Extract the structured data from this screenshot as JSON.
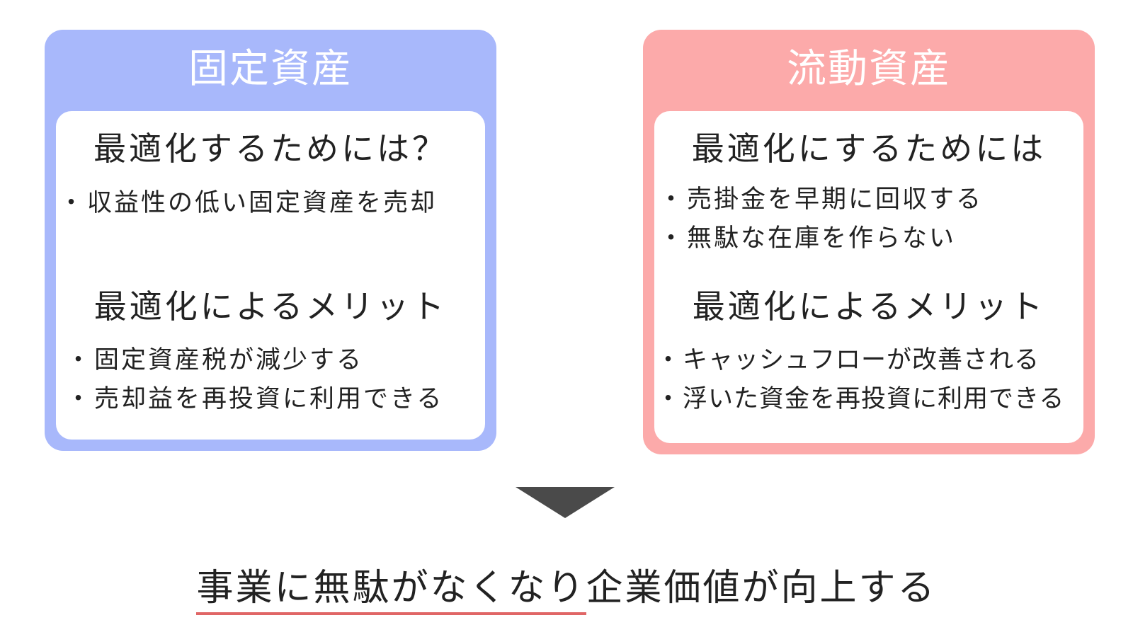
{
  "colors": {
    "fixed_panel": "#a8b8fb",
    "current_panel": "#fcaaaa",
    "arrow": "#4a4a4a",
    "underline": "#e06666"
  },
  "fixed_assets": {
    "title": "固定資産",
    "how_heading": "最適化するためには？",
    "how_items": [
      "収益性の低い固定資産を売却"
    ],
    "merit_heading": "最適化によるメリット",
    "merit_items": [
      "固定資産税が減少する",
      "売却益を再投資に利用できる"
    ]
  },
  "current_assets": {
    "title": "流動資産",
    "how_heading": "最適化にするためには",
    "how_items": [
      "売掛金を早期に回収する",
      "無駄な在庫を作らない"
    ],
    "merit_heading": "最適化によるメリット",
    "merit_items": [
      "キャッシュフローが改善される",
      "浮いた資金を再投資に利用できる"
    ]
  },
  "conclusion": {
    "underlined": "事業に無駄がなくなり",
    "rest": "企業価値が向上する"
  }
}
